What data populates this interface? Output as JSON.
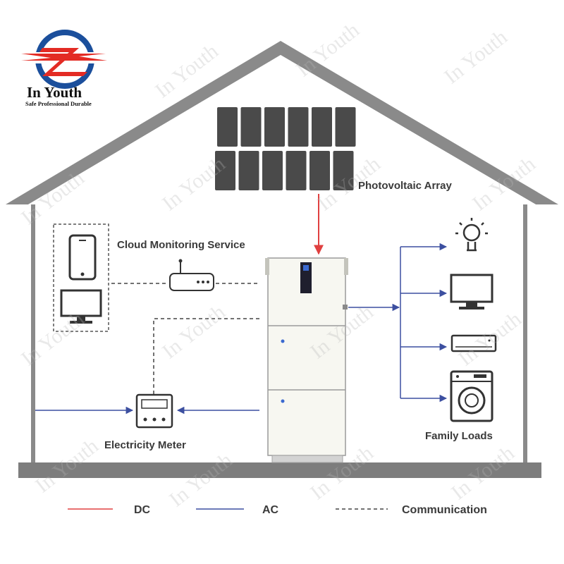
{
  "brand": {
    "name": "In Youth",
    "tagline": "Safe Professional Durable",
    "watermark_text": "In Youth",
    "colors": {
      "red": "#e32b24",
      "blue": "#1b4f9c"
    }
  },
  "labels": {
    "photovoltaic_array": "Photovoltaic Array",
    "cloud_monitoring": "Cloud Monitoring Service",
    "electricity_meter": "Electricity Meter",
    "family_loads": "Family Loads"
  },
  "legend": [
    {
      "label": "DC",
      "line": "solid",
      "color": "#e04040"
    },
    {
      "label": "AC",
      "line": "solid",
      "color": "#3c4fa0"
    },
    {
      "label": "Communication",
      "line": "dashed",
      "color": "#444444"
    }
  ],
  "family_loads": [
    "lightbulb-icon",
    "monitor-icon",
    "air-conditioner-icon",
    "washing-machine-icon"
  ],
  "monitoring_devices": [
    "smartphone-icon",
    "computer-monitor-icon",
    "router-icon"
  ],
  "colors": {
    "house_gray": "#8a8a8a",
    "panel_dark": "#4a4a4a",
    "dc_red": "#e04040",
    "ac_blue": "#3c4fa0",
    "comm_gray": "#444444"
  }
}
